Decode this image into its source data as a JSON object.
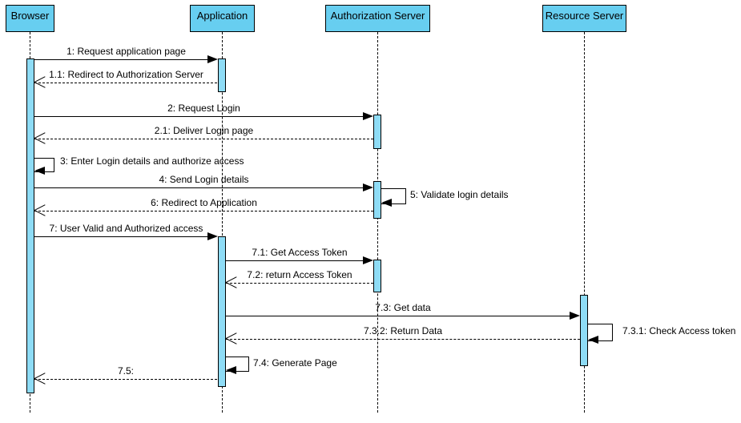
{
  "diagram": {
    "type": "uml-sequence-diagram",
    "actors": [
      {
        "name": "Browser"
      },
      {
        "name": "Application"
      },
      {
        "name": "Authorization Server"
      },
      {
        "name": "Resource Server"
      }
    ],
    "messages": [
      {
        "id": "1",
        "label": "1: Request application page",
        "from": "Browser",
        "to": "Application",
        "kind": "sync"
      },
      {
        "id": "1.1",
        "label": "1.1: Redirect to Authorization Server",
        "from": "Application",
        "to": "Browser",
        "kind": "return"
      },
      {
        "id": "2",
        "label": "2: Request Login",
        "from": "Browser",
        "to": "Authorization Server",
        "kind": "sync"
      },
      {
        "id": "2.1",
        "label": "2.1: Deliver Login page",
        "from": "Authorization Server",
        "to": "Browser",
        "kind": "return"
      },
      {
        "id": "3",
        "label": "3: Enter Login details and authorize access",
        "from": "Browser",
        "to": "Browser",
        "kind": "self"
      },
      {
        "id": "4",
        "label": "4: Send Login details",
        "from": "Browser",
        "to": "Authorization Server",
        "kind": "sync"
      },
      {
        "id": "5",
        "label": "5: Validate login details",
        "from": "Authorization Server",
        "to": "Authorization Server",
        "kind": "self"
      },
      {
        "id": "6",
        "label": "6: Redirect to Application",
        "from": "Authorization Server",
        "to": "Browser",
        "kind": "return"
      },
      {
        "id": "7",
        "label": "7: User Valid and Authorized access",
        "from": "Browser",
        "to": "Application",
        "kind": "sync"
      },
      {
        "id": "7.1",
        "label": "7.1: Get Access Token",
        "from": "Application",
        "to": "Authorization Server",
        "kind": "sync"
      },
      {
        "id": "7.2",
        "label": "7.2: return Access Token",
        "from": "Authorization Server",
        "to": "Application",
        "kind": "return"
      },
      {
        "id": "7.3",
        "label": "7.3: Get data",
        "from": "Application",
        "to": "Resource Server",
        "kind": "sync"
      },
      {
        "id": "7.3.1",
        "label": "7.3.1: Check Access token",
        "from": "Resource Server",
        "to": "Resource Server",
        "kind": "self"
      },
      {
        "id": "7.3.2",
        "label": "7.3.2: Return Data",
        "from": "Resource Server",
        "to": "Application",
        "kind": "return"
      },
      {
        "id": "7.4",
        "label": "7.4: Generate Page",
        "from": "Application",
        "to": "Application",
        "kind": "self"
      },
      {
        "id": "7.5",
        "label": "7.5:",
        "from": "Application",
        "to": "Browser",
        "kind": "return"
      }
    ],
    "colors": {
      "actor_fill": "#67CEF0",
      "activation_fill": "#8EDCF6",
      "line": "#000000",
      "background": "#FFFFFF"
    }
  }
}
